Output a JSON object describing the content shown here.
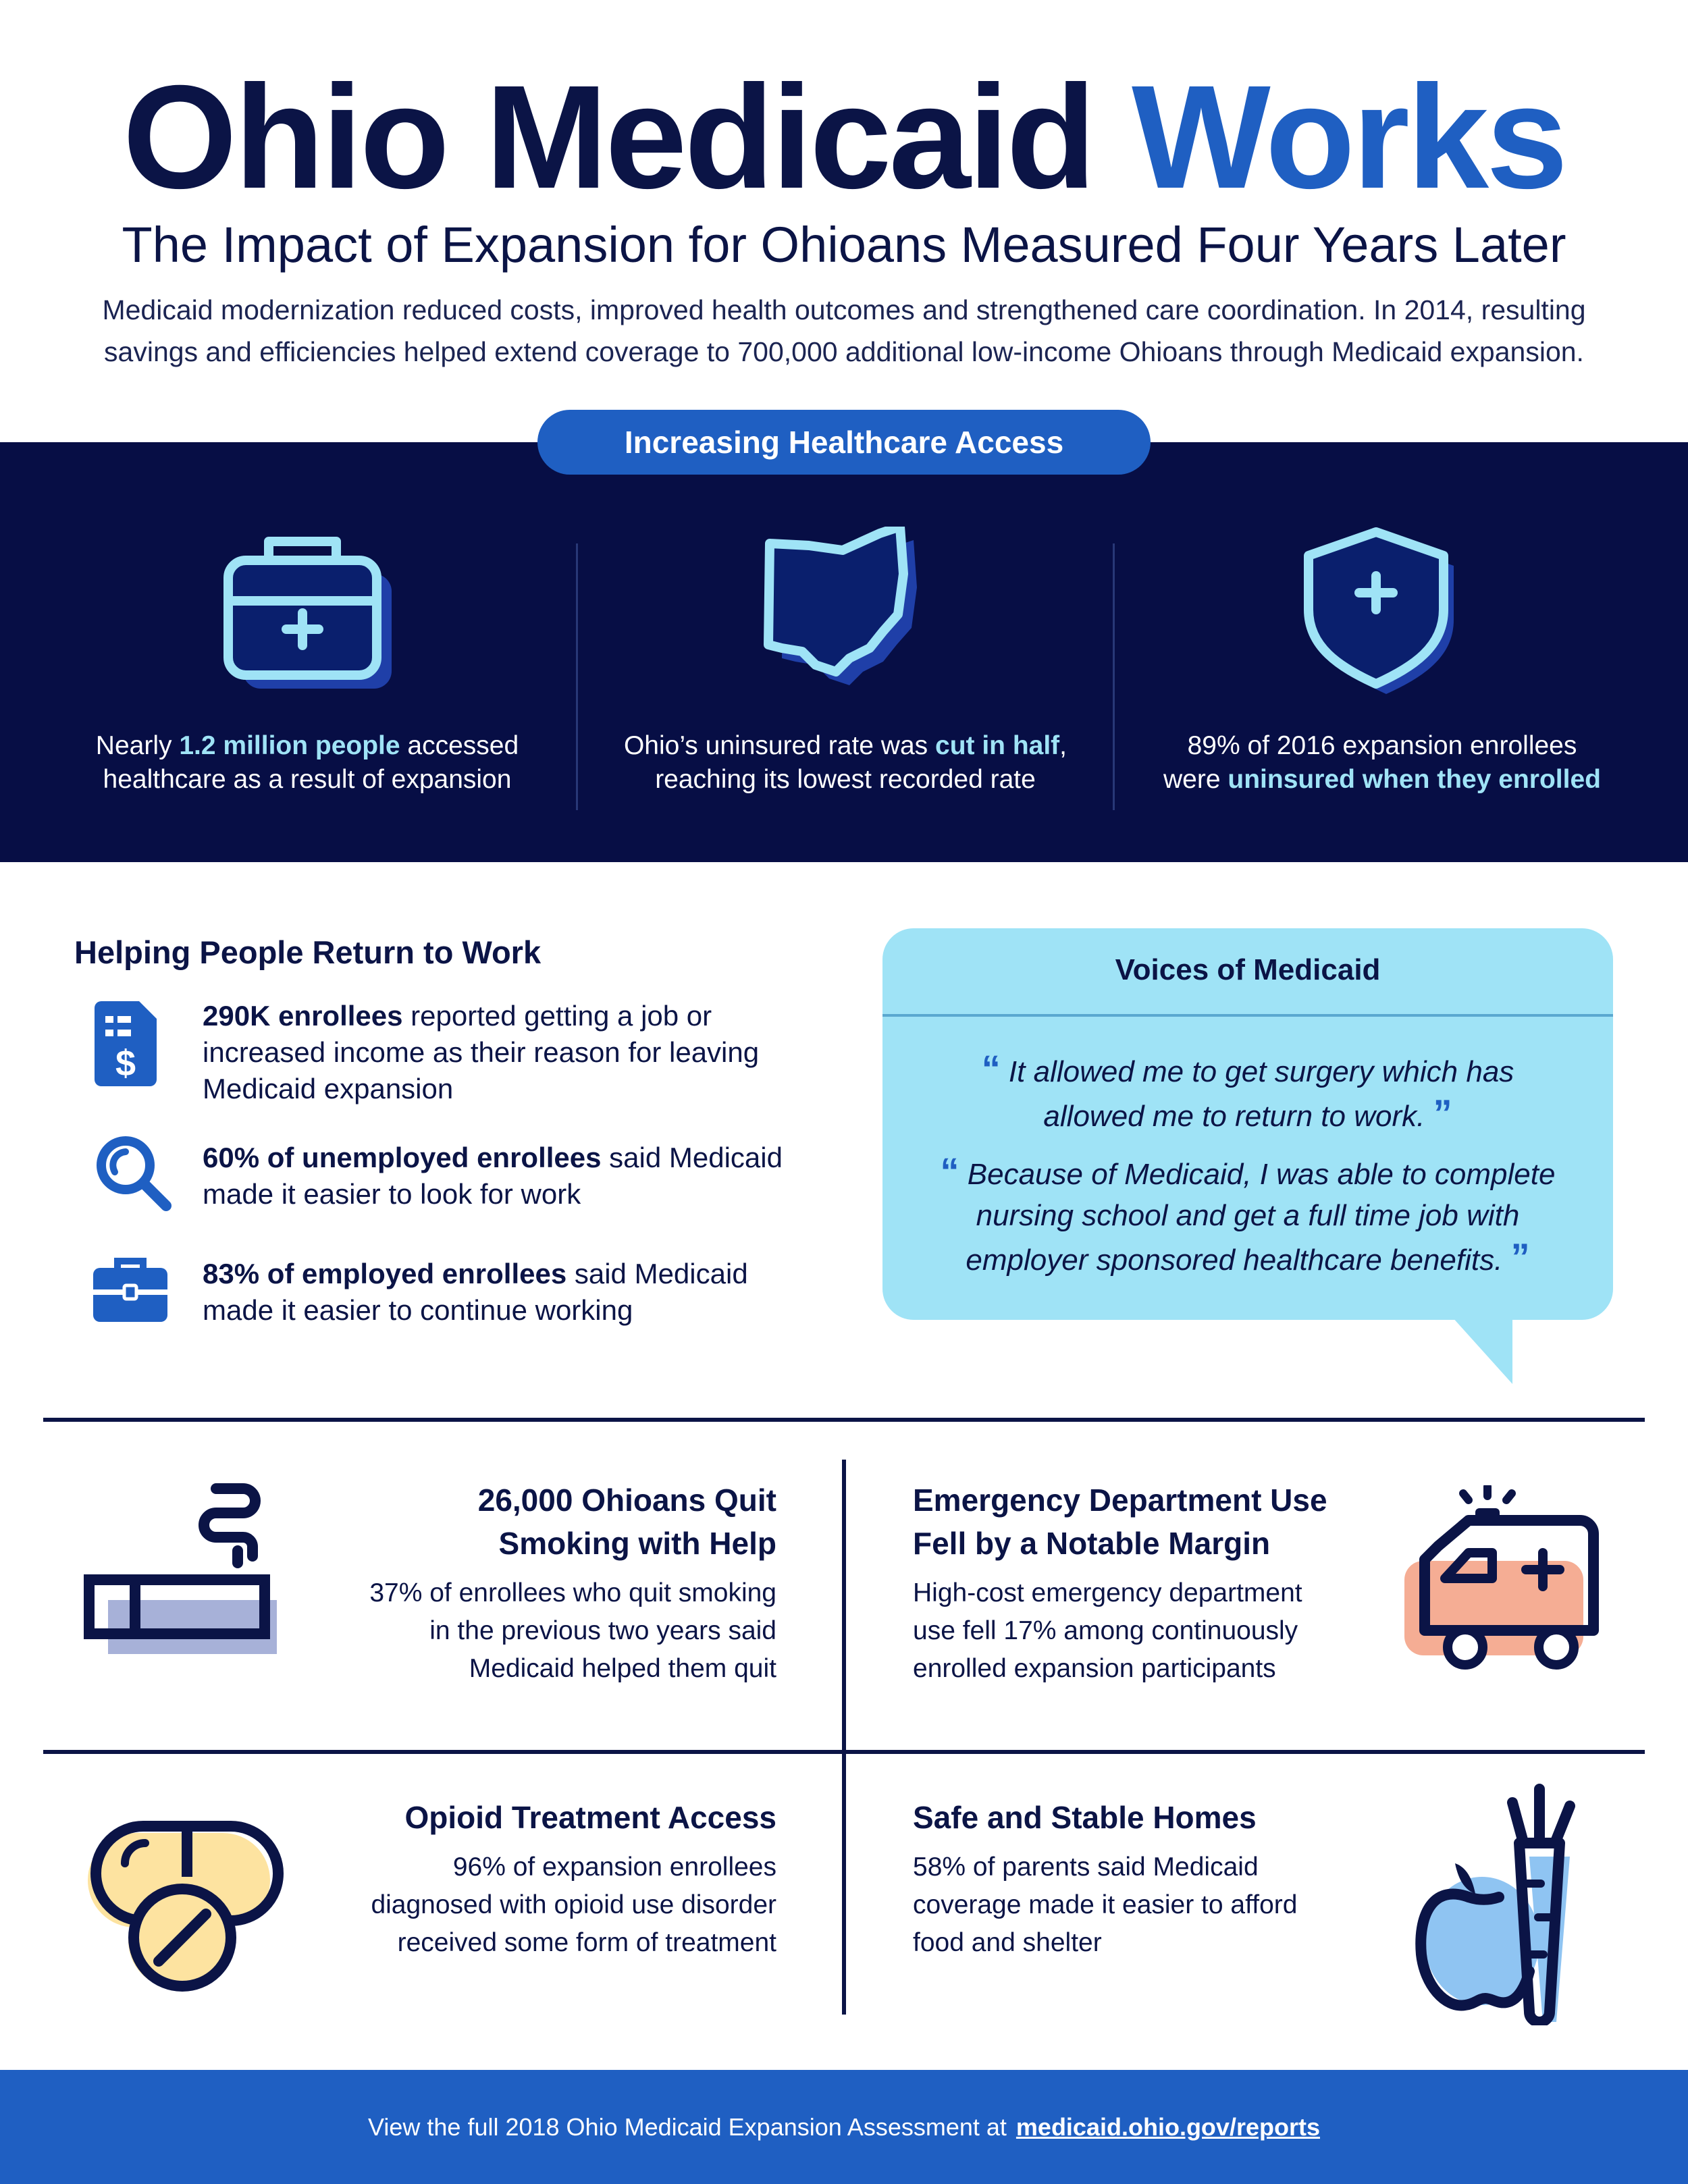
{
  "header": {
    "title_part1": "Ohio Medicaid ",
    "title_part2": "Works",
    "subtitle": "The Impact of Expansion for Ohioans Measured Four Years Later",
    "intro_line1": "Medicaid modernization reduced costs, improved health outcomes and strengthened care coordination. In 2014, resulting",
    "intro_line2": "savings and efficiencies helped extend coverage to 700,000 additional low-income Ohioans through Medicaid expansion."
  },
  "access": {
    "pill": "Increasing Healthcare Access",
    "items": [
      {
        "icon": "first-aid-kit-icon",
        "pre": "Nearly ",
        "highlight": "1.2 million people",
        "post": " accessed",
        "line2": "healthcare as a result of expansion"
      },
      {
        "icon": "ohio-map-icon",
        "pre": "Ohio’s uninsured rate was ",
        "highlight": "cut in half",
        "post": ",",
        "line2": "reaching its lowest recorded rate"
      },
      {
        "icon": "shield-plus-icon",
        "line1": "89% of 2016 expansion enrollees",
        "pre2": "were ",
        "highlight": "uninsured when they enrolled"
      }
    ]
  },
  "work": {
    "heading": "Helping People Return to Work",
    "items": [
      {
        "icon": "document-dollar-icon",
        "bold": "290K enrollees",
        "rest1": " reported getting a job or",
        "line2": "increased income as their reason for leaving",
        "line3": "Medicaid expansion"
      },
      {
        "icon": "magnifier-icon",
        "bold": "60% of unemployed enrollees",
        "rest1": " said Medicaid",
        "line2": "made it easier to look for work"
      },
      {
        "icon": "briefcase-icon",
        "bold": "83% of employed enrollees",
        "rest1": " said Medicaid",
        "line2": "made it easier to continue working"
      }
    ]
  },
  "voices": {
    "title": "Voices of Medicaid",
    "quote1_line1": "It allowed me to get surgery which has",
    "quote1_line2": "allowed me to return to work.",
    "quote2_line1": "Because of Medicaid, I was able to complete",
    "quote2_line2": "nursing school and get a full time job with",
    "quote2_line3": "employer sponsored healthcare benefits.",
    "open_mark": "“",
    "close_mark": "”"
  },
  "outcomes": {
    "smoking": {
      "title1": "26,000 Ohioans Quit",
      "title2": "Smoking with Help",
      "l1": "37% of enrollees who quit smoking",
      "l2": "in the previous two years said",
      "l3": "Medicaid helped them quit"
    },
    "emergency": {
      "title1": "Emergency Department Use",
      "title2": "Fell by a Notable Margin",
      "l1": "High-cost emergency department",
      "l2": "use fell 17% among continuously",
      "l3": "enrolled expansion participants"
    },
    "opioid": {
      "title": "Opioid Treatment Access",
      "l1": "96% of expansion enrollees",
      "l2": "diagnosed with opioid use disorder",
      "l3": "received some form of treatment"
    },
    "homes": {
      "title": "Safe and Stable Homes",
      "l1": "58% of parents said Medicaid",
      "l2": "coverage made it easier to afford",
      "l3": "food and shelter"
    }
  },
  "footer": {
    "text": "View the full 2018 Ohio Medicaid Expansion Assessment at",
    "link": "medicaid.ohio.gov/reports"
  },
  "colors": {
    "navy": "#070e45",
    "blue": "#1f5fc2",
    "light": "#9fe3f6"
  }
}
